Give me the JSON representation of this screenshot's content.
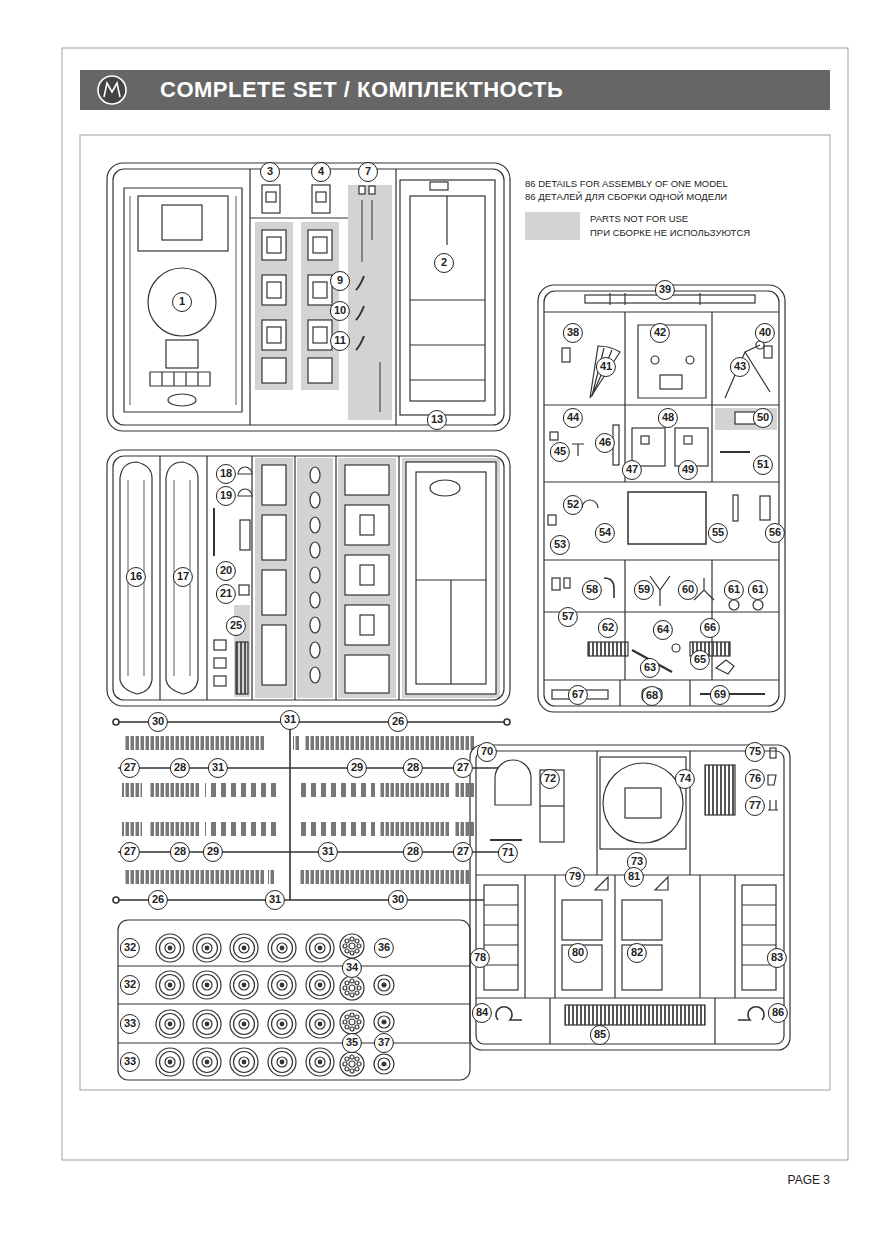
{
  "diagram": {
    "title": "COMPLETE SET / КОМПЛЕКТНОСТЬ",
    "labels": [
      "86 DETAILS FOR ASSEMBLY OF ONE MODEL",
      "86 ДЕТАЛЕЙ ДЛЯ СБОРКИ ОДНОЙ МОДЕЛИ",
      "3",
      "4",
      "7",
      "1",
      "9",
      "10",
      "11",
      "2",
      "13",
      "39",
      "38",
      "42",
      "40",
      "41",
      "43",
      "44",
      "48",
      "50",
      "46",
      "45",
      "47",
      "49",
      "51",
      "52",
      "54",
      "55",
      "56",
      "53",
      "58",
      "59",
      "60",
      "61",
      "61",
      "57",
      "62",
      "64",
      "66",
      "65",
      "63",
      "67",
      "68",
      "69",
      "18",
      "19",
      "16",
      "17",
      "20",
      "21",
      "25",
      "30",
      "31",
      "26",
      "27",
      "28",
      "31",
      "29",
      "28",
      "27",
      "27",
      "28",
      "29",
      "31",
      "28",
      "27",
      "26",
      "31",
      "30",
      "70",
      "75",
      "72",
      "74",
      "76",
      "77",
      "71",
      "73",
      "79",
      "81",
      "80",
      "82",
      "78",
      "83",
      "84",
      "86",
      "85",
      "32",
      "36",
      "34",
      "32",
      "33",
      "35",
      "37",
      "33",
      "PAGE 3"
    ],
    "legend": [
      {
        "text": "PARTS NOT FOR USE",
        "color": "#d3d3d3"
      },
      {
        "text": "ПРИ СБОРКЕ НЕ ИСПОЛЬЗУЮТСЯ",
        "color": "#d3d3d3"
      }
    ]
  }
}
